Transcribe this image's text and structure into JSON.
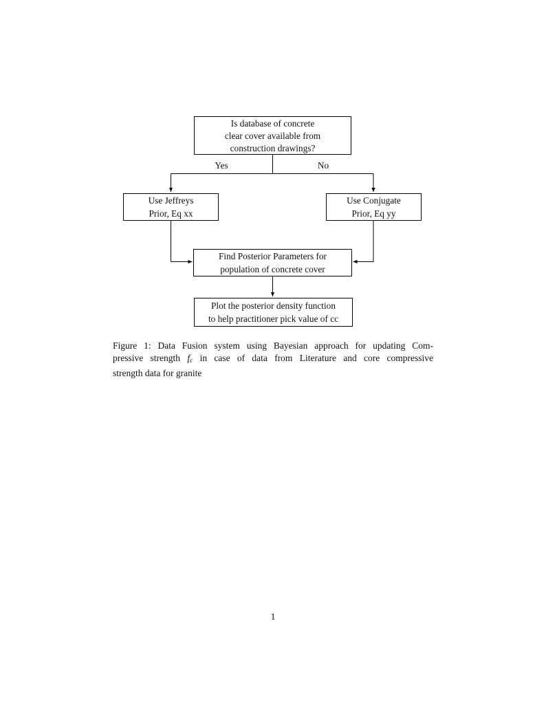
{
  "page": {
    "number": "1"
  },
  "diagram": {
    "line_color": "#000000",
    "nodes": {
      "question": {
        "lines": [
          "Is database of concrete",
          "clear cover available from",
          "construction drawings?"
        ]
      },
      "jeffreys": {
        "lines": [
          "Use Jeffreys",
          "Prior, Eq xx"
        ]
      },
      "conjugate": {
        "lines": [
          "Use Conjugate",
          "Prior, Eq yy"
        ]
      },
      "posterior": {
        "lines": [
          "Find Posterior Parameters for",
          "population of concrete cover"
        ]
      },
      "plot": {
        "lines": [
          "Plot the posterior density function",
          "to help practitioner pick value of cc"
        ]
      }
    },
    "edge_labels": {
      "yes": "Yes",
      "no": "No"
    }
  },
  "caption": {
    "line1": "Figure 1: Data Fusion system using Bayesian approach for updating Com-",
    "line2_pre": "pressive strength ",
    "math_var": "f",
    "math_sub": "c",
    "line2_post": " in case of data from Literature and core compressive",
    "line3": "strength data for granite"
  }
}
